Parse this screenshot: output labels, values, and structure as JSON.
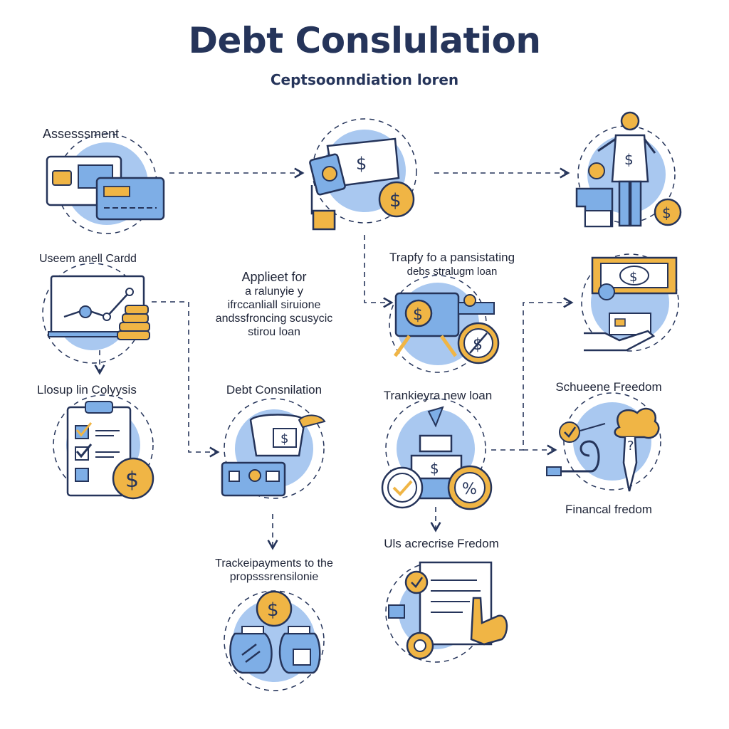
{
  "title": "Debt Conslulation",
  "subtitle": "Ceptsoonndiation loren",
  "labels": {
    "assessment": "Assesssment",
    "used_card": "Useem anell Cardd",
    "applied": [
      "Applieet for",
      "a ralunyie y",
      "ifrccanliall siruione",
      "andssfroncing scusycic",
      "stirou loan"
    ],
    "trapfy": [
      "Trapfy fo a pansistating",
      "debs stralugm loan"
    ],
    "lookup": "Llosup lin Colyysis",
    "debt_consolidation": "Debt Consnilation",
    "transfer": "Trankieyra new loan",
    "schedule": "Schueene Freedom",
    "financial": "Financal fredom",
    "uls": "Uls acrecrise Fredom",
    "track": [
      "Trackeipayments to the",
      "propsssrensilonie"
    ]
  },
  "icons": [
    "credit-card-icon",
    "cash-hand-icon",
    "person-money-icon",
    "chart-board-icon",
    "money-machine-icon",
    "banknote-hand-icon",
    "checklist-icon",
    "pot-icon",
    "loan-machine-icon",
    "idea-tree-icon",
    "money-bags-icon",
    "document-hand-icon"
  ],
  "colors": {
    "blue": "#7eaee6",
    "navy": "#25345a",
    "gold": "#f0b545",
    "light_blue": "#a9c8f0"
  }
}
